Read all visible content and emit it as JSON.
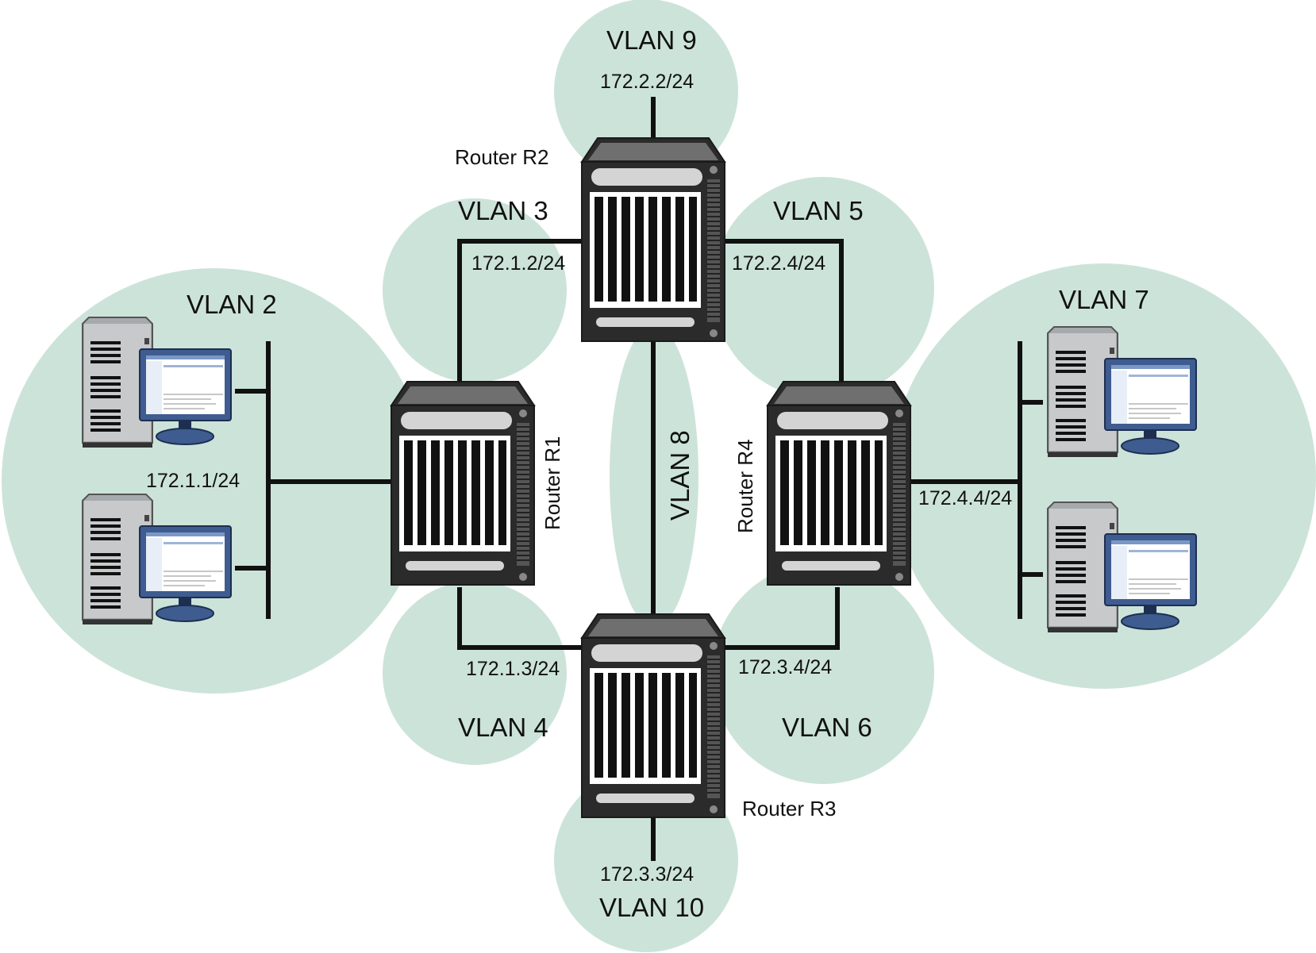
{
  "colors": {
    "vlan_fill": "#cce3da",
    "link": "#111111",
    "router_body": "#2b2b2b",
    "router_card": "#ffffff",
    "monitor_frame": "#3e5c8f",
    "tower": "#a7aaad"
  },
  "vlans": {
    "v2": "VLAN 2",
    "v3": "VLAN 3",
    "v4": "VLAN 4",
    "v5": "VLAN 5",
    "v6": "VLAN 6",
    "v7": "VLAN 7",
    "v8": "VLAN 8",
    "v9": "VLAN 9",
    "v10": "VLAN 10"
  },
  "routers": {
    "r1": "Router R1",
    "r2": "Router R2",
    "r3": "Router R3",
    "r4": "Router R4"
  },
  "ips": {
    "r1_vlan2": "172.1.1/24",
    "r2_vlan3": "172.1.2/24",
    "r3_vlan4": "172.1.3/24",
    "r2_vlan9": "172.2.2/24",
    "r2_vlan5": "172.2.4/24",
    "r3_vlan6": "172.3.4/24",
    "r3_vlan10": "172.3.3/24",
    "r4_vlan7": "172.4.4/24"
  },
  "icons": {
    "router": "router-chassis-icon",
    "workstation": "workstation-icon"
  }
}
